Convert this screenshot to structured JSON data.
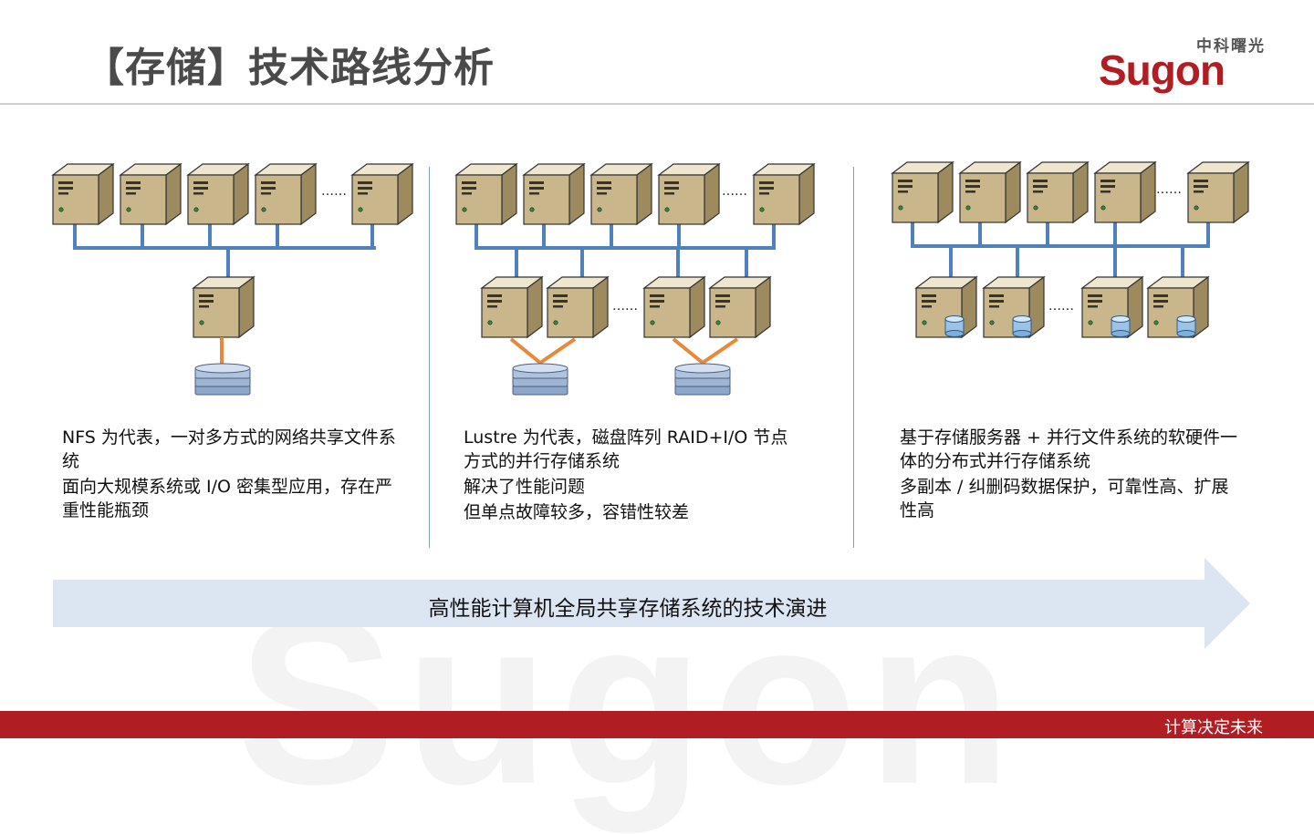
{
  "slide": {
    "title": "【存储】技术路线分析",
    "logo_cn": "中科曙光",
    "logo_en": "Sugon",
    "watermark": "Sugon",
    "footer_slogan": "计算决定未来"
  },
  "columns": [
    {
      "name": "nfs",
      "lines": [
        "NFS  为代表，一对多方式的网络共享文件系统",
        "面向大规模系统或 I/O 密集型应用，存在严重性能瓶颈"
      ]
    },
    {
      "name": "lustre",
      "lines": [
        "Lustre  为代表，磁盘阵列 RAID+I/O 节点方式的并行存储系统",
        "解决了性能问题",
        "但单点故障较多，容错性较差"
      ]
    },
    {
      "name": "distributed",
      "lines": [
        "基于存储服务器 + 并行文件系统的软硬件一体的分布式并行存储系统",
        "多副本 / 纠删码数据保护，可靠性高、扩展性高"
      ]
    }
  ],
  "ellipsis": "……",
  "arrow_label": "高性能计算机全局共享存储系统的技术演进",
  "colors": {
    "bus": "#4f81bd",
    "san_link": "#e8883a",
    "server_face": "#c9b68a",
    "arrow_fill": "#dce6f2",
    "brand_red": "#b01e24"
  }
}
